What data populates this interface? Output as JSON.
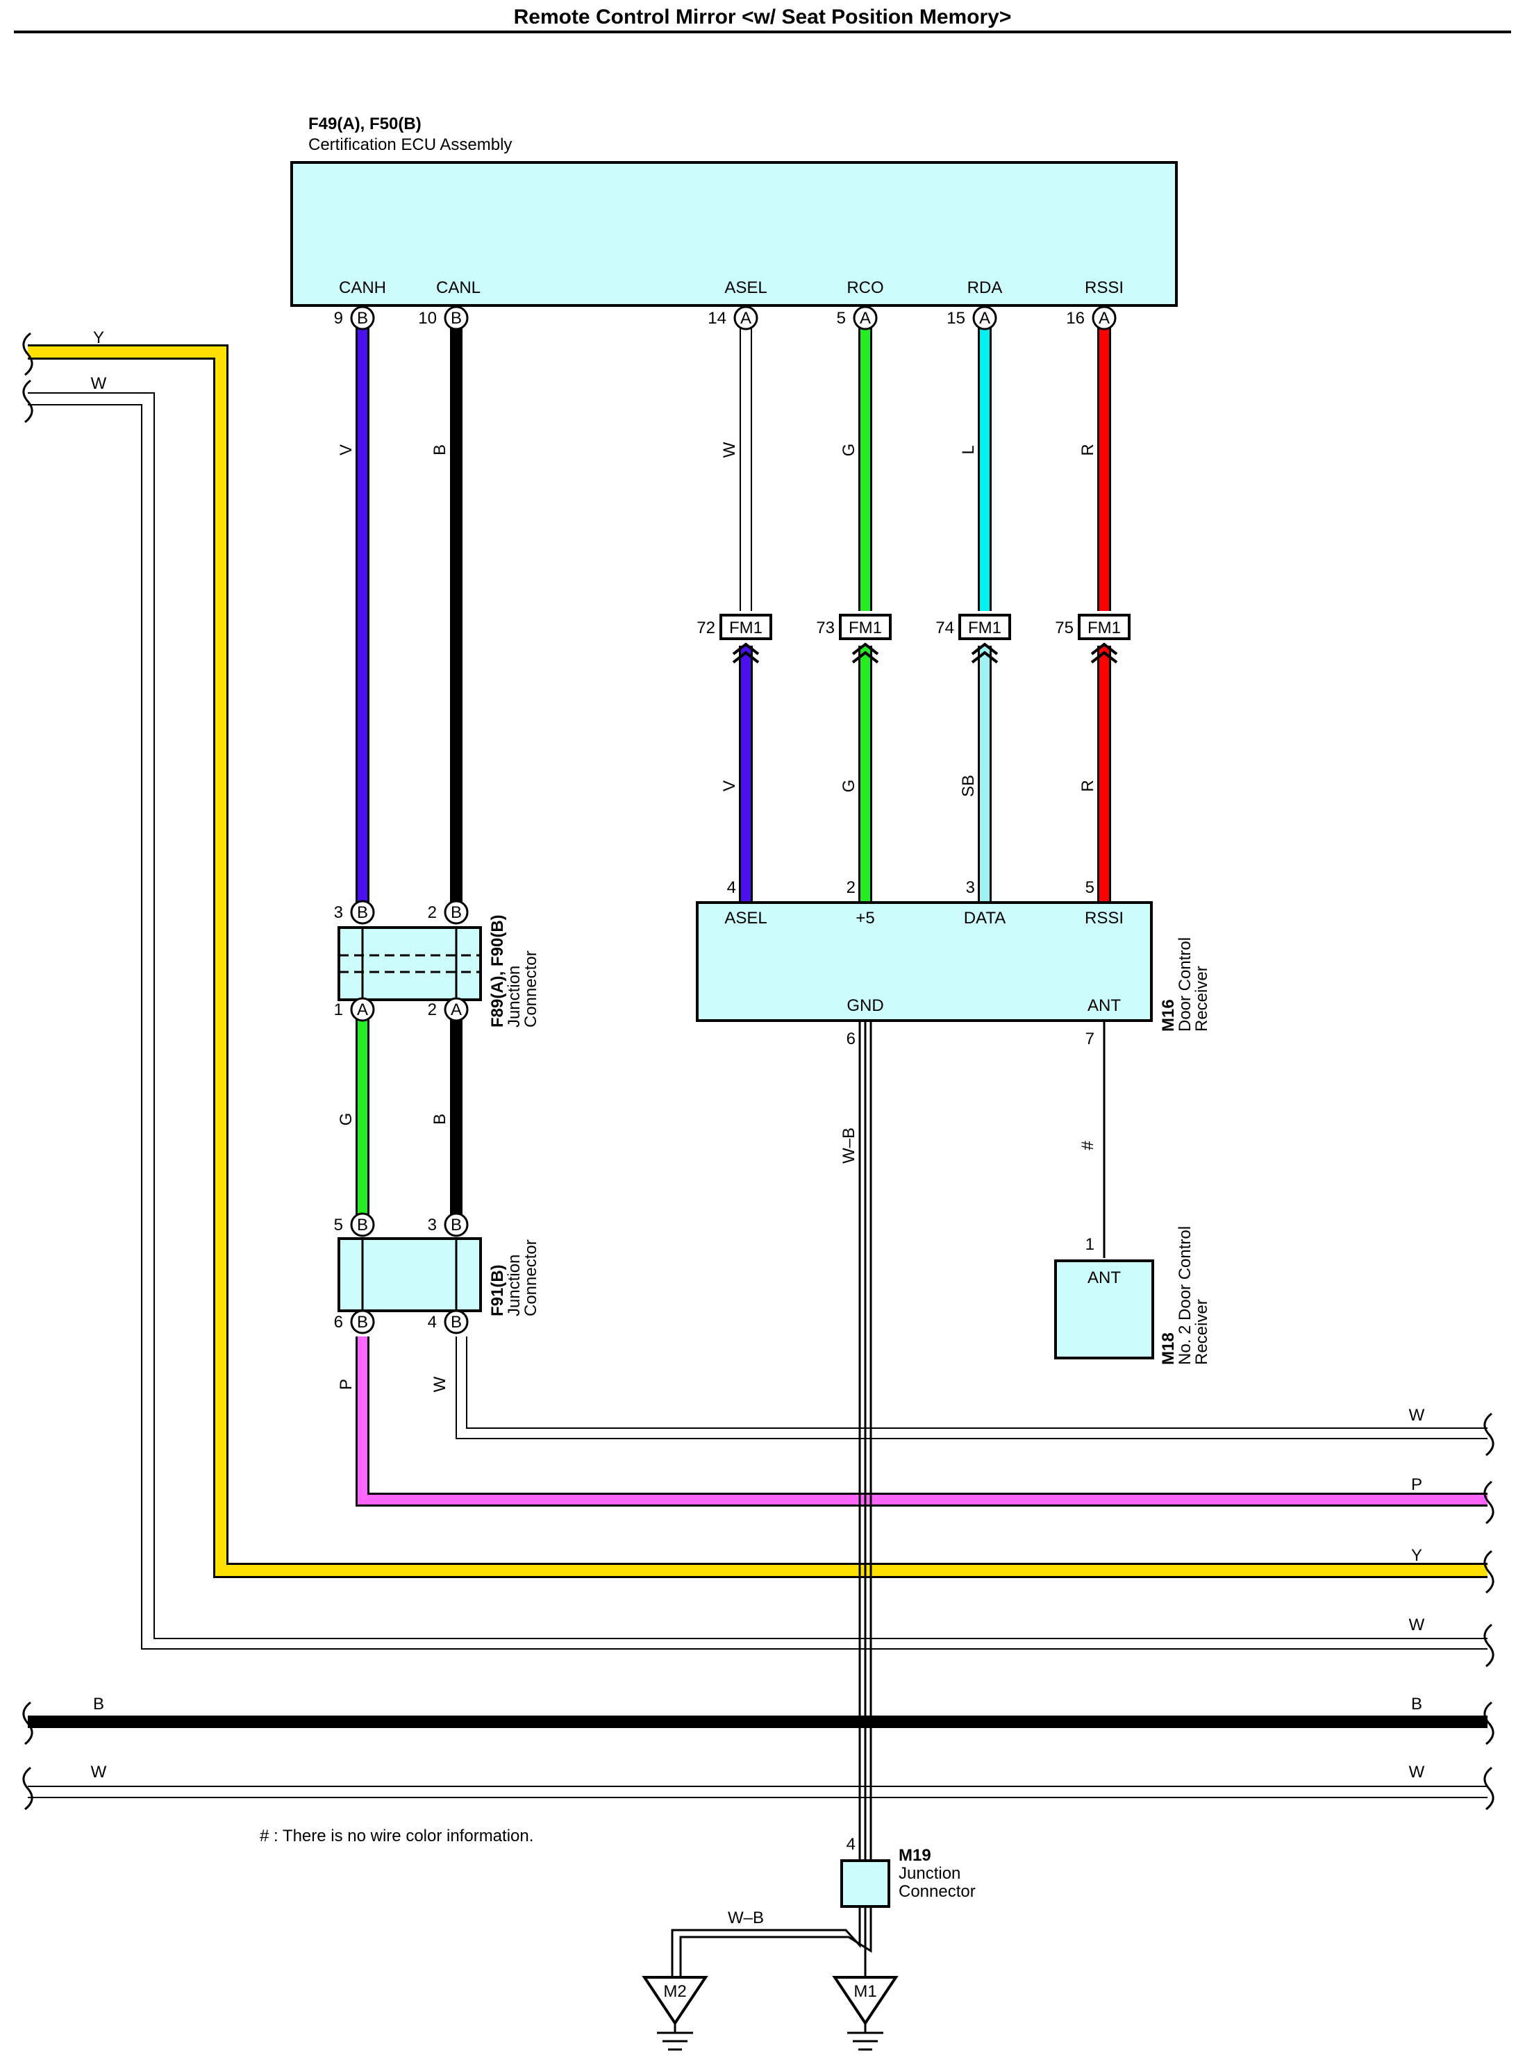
{
  "title": "Remote Control Mirror <w/ Seat Position Memory>",
  "colors": {
    "V": "#4a10ee",
    "B": "#000000",
    "W": "#ffffff",
    "G": "#22ee22",
    "L": "#00f0f0",
    "R": "#ff0000",
    "SB": "#a0f2f2",
    "P": "#ff66ff",
    "Y": "#ffe000",
    "WB": "#ffffff",
    "component_fill": "#ccfcfc"
  },
  "ecu": {
    "code": "F49(A), F50(B)",
    "name": "Certification ECU Assembly",
    "pins": [
      {
        "label": "CANH",
        "num": "9",
        "conn": "B"
      },
      {
        "label": "CANL",
        "num": "10",
        "conn": "B"
      },
      {
        "label": "ASEL",
        "num": "14",
        "conn": "A"
      },
      {
        "label": "RCO",
        "num": "5",
        "conn": "A"
      },
      {
        "label": "RDA",
        "num": "15",
        "conn": "A"
      },
      {
        "label": "RSSI",
        "num": "16",
        "conn": "A"
      }
    ]
  },
  "wire_labels": {
    "canh_top": "V",
    "canl_top": "B",
    "asel_top": "W",
    "rco_top": "G",
    "rda_top": "L",
    "rssi_top": "R",
    "asel_bottom": "V",
    "rco_bottom": "G",
    "rda_bottom": "SB",
    "rssi_bottom": "R",
    "canh_mid": "G",
    "canl_mid": "B",
    "canh_low": "P",
    "canl_low": "W",
    "gnd": "W–B",
    "ant": "#",
    "ground_link": "W–B"
  },
  "fm1": {
    "name": "FM1",
    "pins": [
      "72",
      "73",
      "74",
      "75"
    ]
  },
  "jc_f89": {
    "code": "F89(A), F90(B)",
    "name_line1": "Junction",
    "name_line2": "Connector",
    "top_pins": [
      {
        "num": "3",
        "conn": "B"
      },
      {
        "num": "2",
        "conn": "B"
      }
    ],
    "bottom_pins": [
      {
        "num": "1",
        "conn": "A"
      },
      {
        "num": "2",
        "conn": "A"
      }
    ]
  },
  "jc_f91": {
    "code": "F91(B)",
    "name_line1": "Junction",
    "name_line2": "Connector",
    "top_pins": [
      {
        "num": "5",
        "conn": "B"
      },
      {
        "num": "3",
        "conn": "B"
      }
    ],
    "bottom_pins": [
      {
        "num": "6",
        "conn": "B"
      },
      {
        "num": "4",
        "conn": "B"
      }
    ]
  },
  "m16": {
    "code": "M16",
    "name_line1": "Door Control",
    "name_line2": "Receiver",
    "top_pins": [
      {
        "label": "ASEL",
        "num": "4"
      },
      {
        "label": "+5",
        "num": "2"
      },
      {
        "label": "DATA",
        "num": "3"
      },
      {
        "label": "RSSI",
        "num": "5"
      }
    ],
    "gnd_label": "GND",
    "gnd_num": "6",
    "ant_label": "ANT",
    "ant_num": "7"
  },
  "m18": {
    "code": "M18",
    "name_line1": "No. 2 Door Control",
    "name_line2": "Receiver",
    "pin_label": "ANT",
    "pin_num": "1"
  },
  "m19": {
    "code": "M19",
    "name_line1": "Junction",
    "name_line2": "Connector",
    "pin_num": "4"
  },
  "grounds": [
    "M2",
    "M1"
  ],
  "bus_labels": {
    "left_y": "Y",
    "left_w": "W",
    "right_w1": "W",
    "right_p": "P",
    "right_y": "Y",
    "right_w2": "W",
    "b_left": "B",
    "b_right": "B",
    "w_left": "W",
    "w_right": "W"
  },
  "footnote": "# : There is no wire color information."
}
